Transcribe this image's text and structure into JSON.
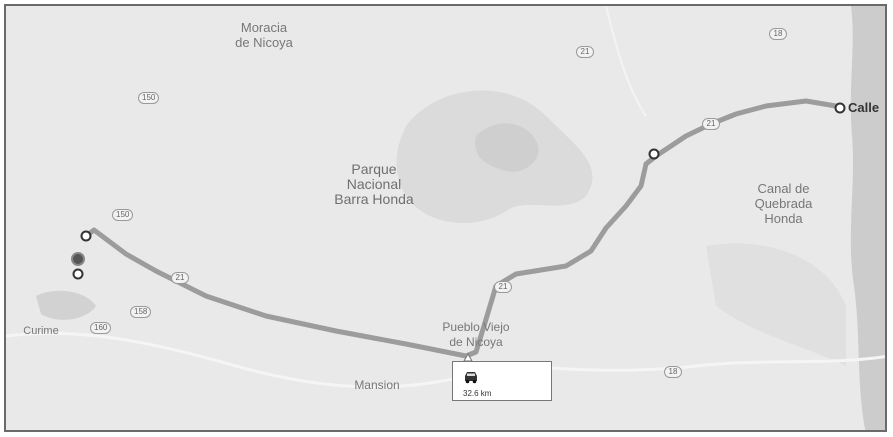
{
  "map": {
    "places": [
      {
        "id": "moracia",
        "text": "Moracia\nde Nicoya"
      },
      {
        "id": "parque",
        "text": "Parque\nNacional\nBarra Honda"
      },
      {
        "id": "canal",
        "text": "Canal de\nQuebrada\nHonda"
      },
      {
        "id": "pueblo",
        "text": "Pueblo Viejo\nde Nicoya"
      },
      {
        "id": "mansion",
        "text": "Mansion"
      },
      {
        "id": "curime",
        "text": "Curime"
      }
    ],
    "shields": [
      "18",
      "150",
      "150",
      "21",
      "21",
      "158",
      "21",
      "18",
      "21",
      "160"
    ],
    "destination_label": "Calle",
    "route_info": {
      "distance": "32.6 km",
      "mode_icon": "car-icon"
    },
    "colors": {
      "route": "#9c9c9c",
      "background": "#e9e9e9",
      "text": "#777777"
    }
  }
}
